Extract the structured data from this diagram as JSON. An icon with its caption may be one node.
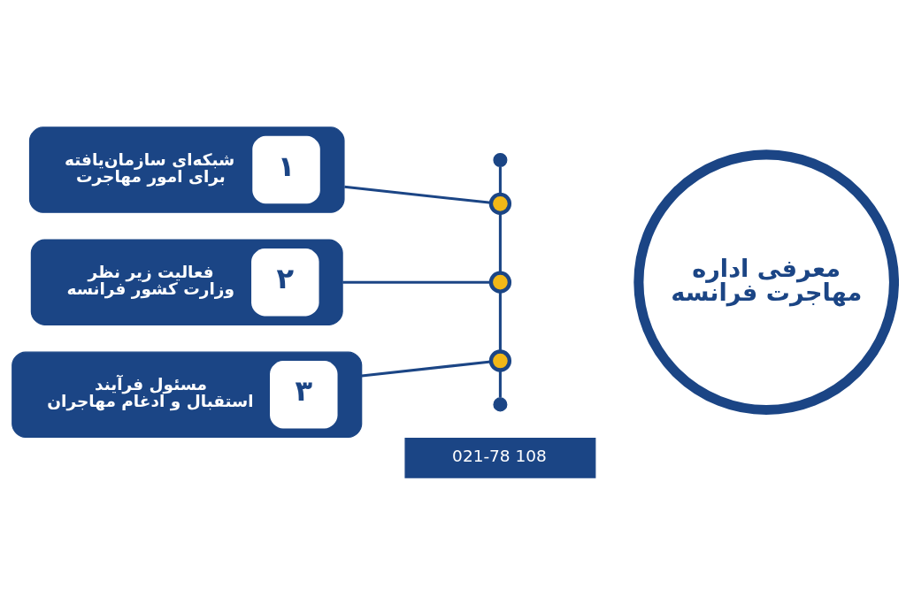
{
  "diagram": {
    "nodes": [
      {
        "text": [
          "معرفی اداره مهاجرت فرانسه"
        ]
      },
      {
        "text": [
          "۱",
          "شبکه‌ای سازمان‌یافته برای امور مهاجرت"
        ]
      },
      {
        "text": [
          "۲",
          "فعالیت زیر نظر وزارت کشور فرانسه"
        ]
      },
      {
        "text": [
          "۳",
          "مسئول فرآیند استقبال و ادغام مهاجران"
        ]
      },
      {
        "text": [],
        "shape": "circle"
      },
      {
        "text": [],
        "shape": "circle"
      },
      {
        "text": [],
        "shape": "circle"
      },
      {
        "text": [],
        "shape": "circle"
      },
      {
        "text": [],
        "shape": "circle"
      },
      {
        "text": [
          "021-78 108"
        ]
      }
    ],
    "edges": [
      {
        "from": 4,
        "to": 5,
        "arrow": "none"
      },
      {
        "from": 1,
        "to": 5,
        "arrow": "none"
      },
      {
        "from": 5,
        "to": 6,
        "arrow": "none"
      },
      {
        "from": 2,
        "to": 6,
        "arrow": "none"
      },
      {
        "from": 6,
        "to": 7,
        "arrow": "none"
      },
      {
        "from": 3,
        "to": 7,
        "arrow": "none"
      },
      {
        "from": 7,
        "to": 8,
        "arrow": "none"
      }
    ]
  }
}
